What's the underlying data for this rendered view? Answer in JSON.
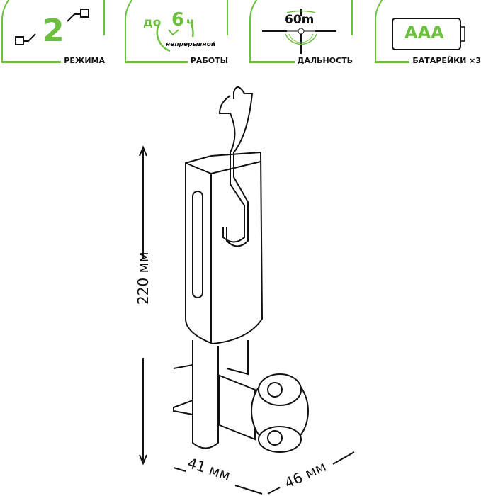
{
  "features": [
    {
      "value": "2",
      "label": "РЕЖИМА",
      "icon": "modes-icon"
    },
    {
      "prefix": "до",
      "value": "6",
      "unit": "ч",
      "note": "непрерывной",
      "label": "РАБОТЫ",
      "icon": "clock-icon"
    },
    {
      "value": "60m",
      "label": "ДАЛЬНОСТЬ",
      "icon": "crosshair-icon"
    },
    {
      "value": "AAA",
      "label": "БАТАРЕЙКИ ×3",
      "icon": "battery-icon"
    }
  ],
  "dimensions": {
    "height": "220 мм",
    "width": "41 мм",
    "depth": "46 мм"
  },
  "colors": {
    "accent": "#6cbf3f"
  }
}
